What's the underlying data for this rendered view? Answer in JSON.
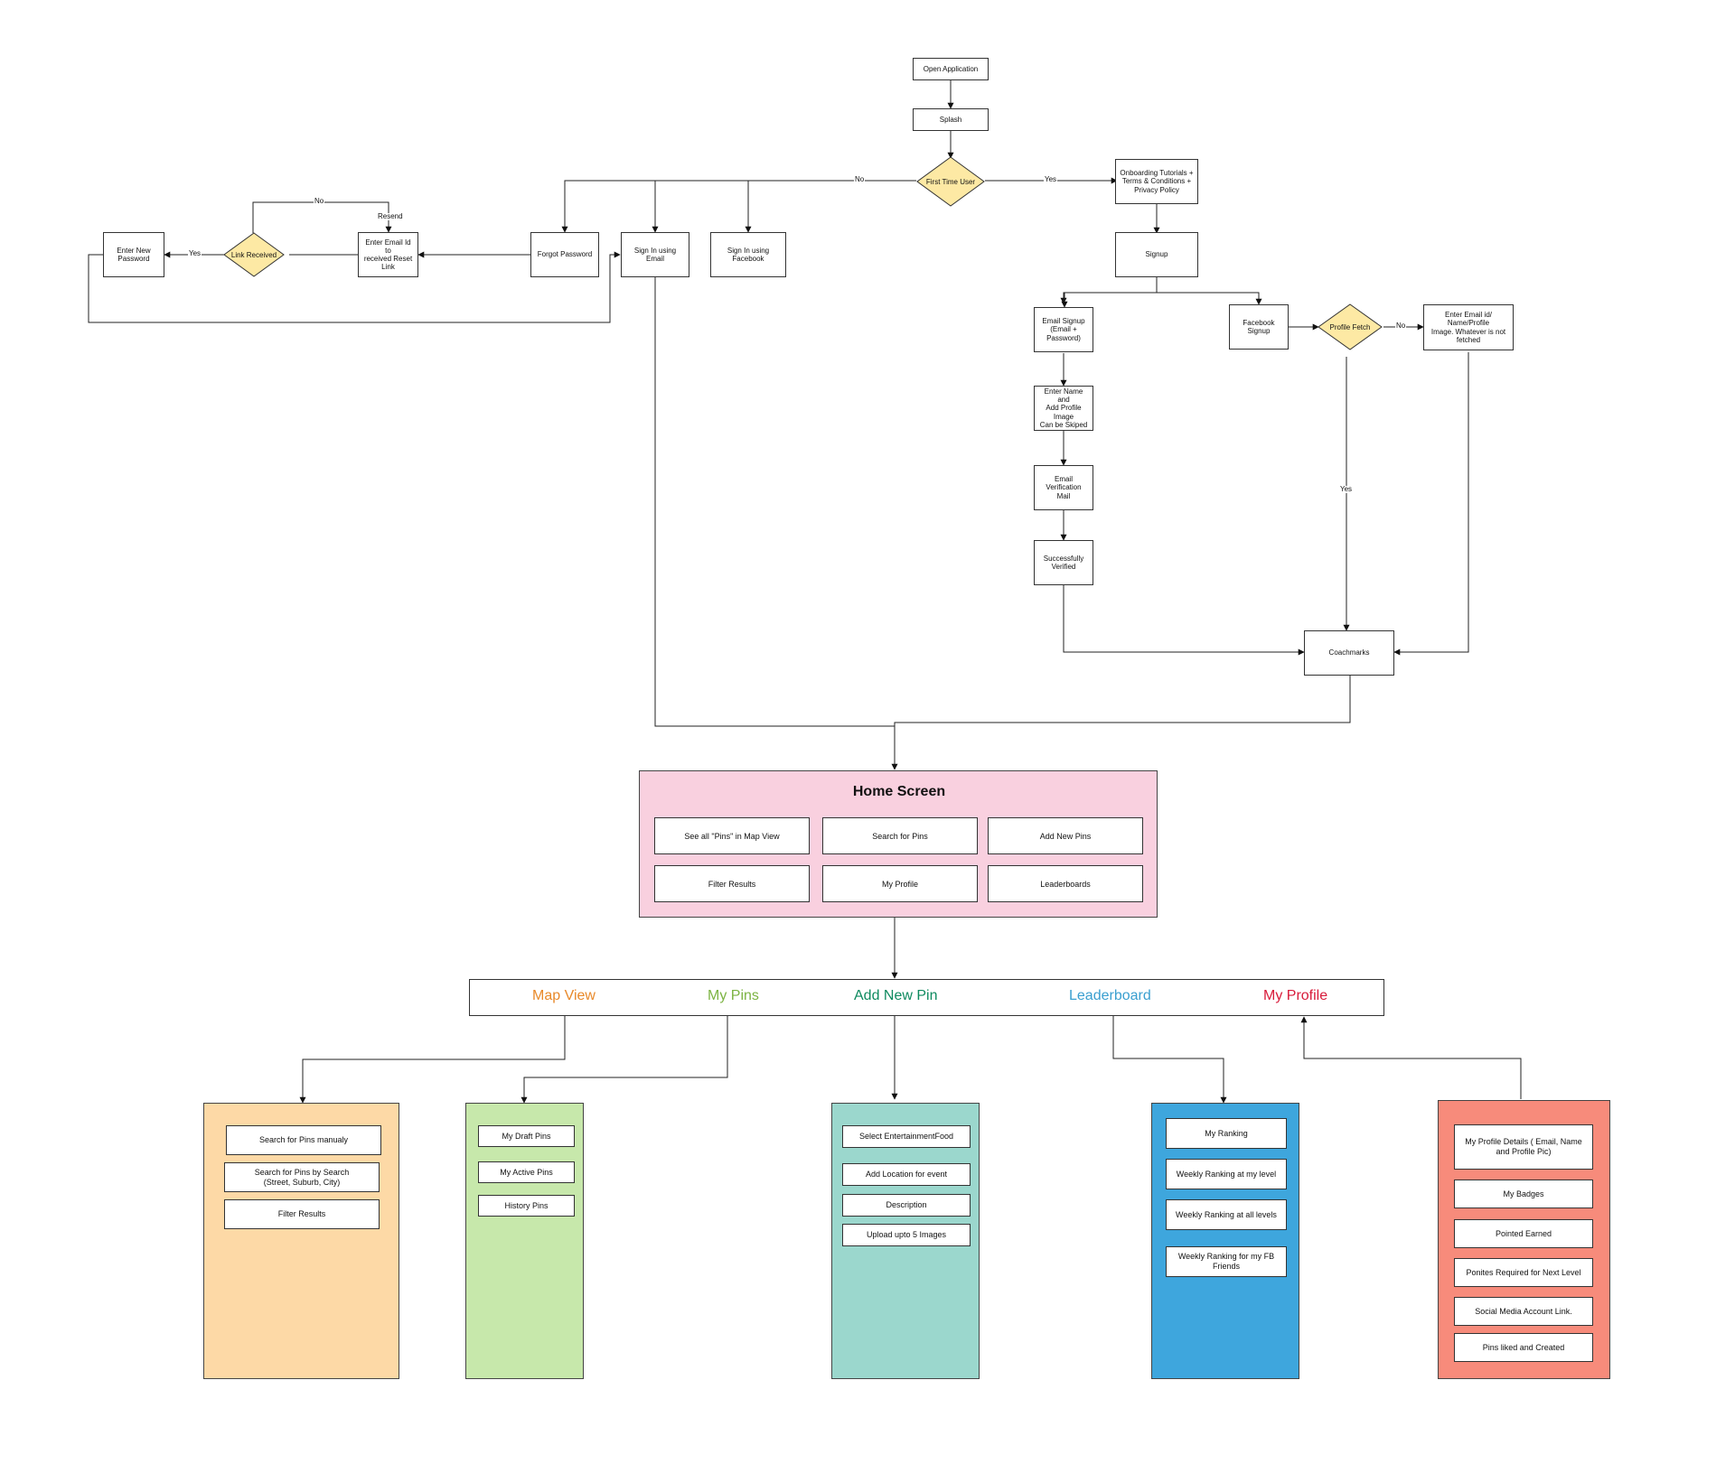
{
  "colors": {
    "diamond_fill": "#fde9a4",
    "home_fill": "#f9d0df",
    "map_view_fill": "#fdd9a6",
    "my_pins_fill": "#c7e8ab",
    "add_new_pin_fill": "#9bd7cd",
    "leaderboard_fill": "#3ea6dd",
    "my_profile_fill": "#f78b7b",
    "tab_map_view": "#e8892a",
    "tab_my_pins": "#7cb342",
    "tab_add_new_pin": "#0e8a5f",
    "tab_leaderboard": "#3a9fd0",
    "tab_my_profile": "#d81b3a"
  },
  "nodes": {
    "open_application": "Open Application",
    "splash": "Splash",
    "first_time_user": "First Time User",
    "onboarding": "Onboarding Tutorials +\nTerms & Conditions +\nPrivacy Policy",
    "signup": "Signup",
    "email_signup": "Email Signup\n(Email +\nPassword)",
    "facebook_signup": "Facebook Signup",
    "profile_fetch": "Profile Fetch",
    "enter_email_name": "Enter Email id/ Name/Profile\nImage. Whatever is not\nfetched",
    "enter_name_profile": "Enter Name and\nAdd Profile Image\nCan be Skiped",
    "email_verification": "Email Verification\nMail",
    "successfully_verified": "Successfully\nVerified",
    "coachmarks": "Coachmarks",
    "forgot_password": "Forgot Password",
    "sign_in_email": "Sign In using Email",
    "sign_in_facebook": "Sign In using Facebook",
    "enter_email_reset": "Enter Email Id to\nreceived Reset\nLink",
    "link_received": "Link Received",
    "enter_new_password": "Enter New\nPassword"
  },
  "edge_labels": {
    "no_first": "No",
    "yes_first": "Yes",
    "no_resend": "No",
    "resend": "Resend",
    "yes_link": "Yes",
    "no_profile": "No",
    "yes_profile": "Yes"
  },
  "home": {
    "title": "Home Screen",
    "items": [
      "See all \"Pins\" in Map View",
      "Search for Pins",
      "Add New Pins",
      "Filter Results",
      "My Profile",
      "Leaderboards"
    ]
  },
  "tabs": [
    "Map View",
    "My Pins",
    "Add New Pin",
    "Leaderboard",
    "My Profile"
  ],
  "groups": {
    "map_view": [
      "Search for Pins manualy",
      "Search for Pins by Search\n(Street, Suburb, City)",
      "Filter Results"
    ],
    "my_pins": [
      "My Draft Pins",
      "My Active Pins",
      "History Pins"
    ],
    "add_new_pin": [
      "Select EntertainmentFood",
      "Add Location for event",
      "Description",
      "Upload upto 5 Images"
    ],
    "leaderboard": [
      "My Ranking",
      "Weekly Ranking at my level",
      "Weekly Ranking at all levels",
      "Weekly Ranking for my FB\nFriends"
    ],
    "my_profile": [
      "My Profile Details ( Email, Name\nand Profile Pic)",
      "My Badges",
      "Pointed Earned",
      "Ponites Required for Next Level",
      "Social Media Account Link.",
      "Pins liked and Created"
    ]
  }
}
